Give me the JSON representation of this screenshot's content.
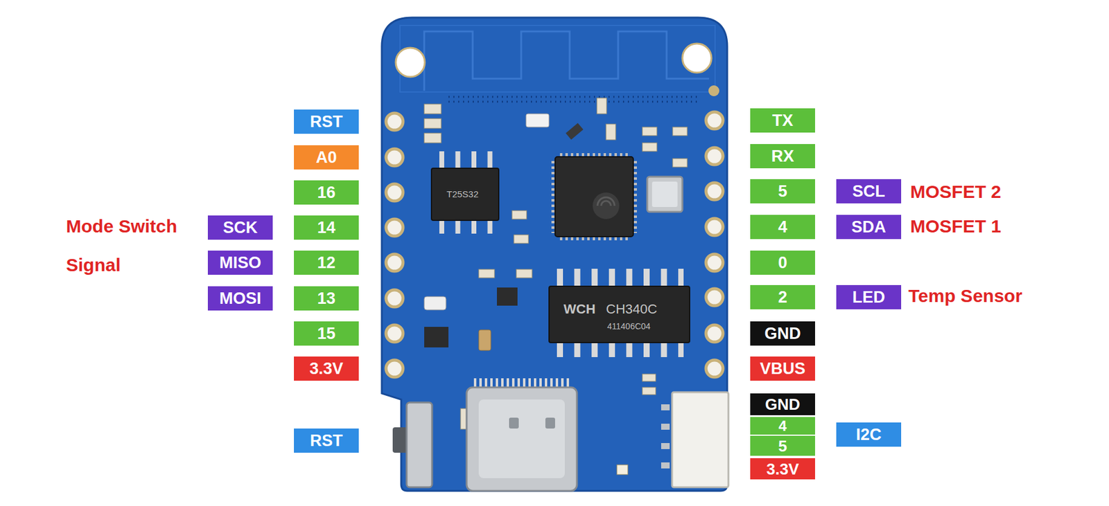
{
  "diagram": {
    "nodes": [
      {
        "text": [
          "RST"
        ]
      },
      {
        "text": [
          "A0"
        ]
      },
      {
        "text": [
          "16"
        ]
      },
      {
        "text": [
          "14"
        ]
      },
      {
        "text": [
          "12"
        ]
      },
      {
        "text": [
          "13"
        ]
      },
      {
        "text": [
          "15"
        ]
      },
      {
        "text": [
          "3.3V"
        ]
      },
      {
        "text": [
          "RST"
        ]
      },
      {
        "text": [
          "SCK"
        ]
      },
      {
        "text": [
          "MISO"
        ]
      },
      {
        "text": [
          "MOSI"
        ]
      },
      {
        "text": [
          "TX"
        ]
      },
      {
        "text": [
          "RX"
        ]
      },
      {
        "text": [
          "5"
        ]
      },
      {
        "text": [
          "4"
        ]
      },
      {
        "text": [
          "0"
        ]
      },
      {
        "text": [
          "2"
        ]
      },
      {
        "text": [
          "GND"
        ]
      },
      {
        "text": [
          "VBUS"
        ]
      },
      {
        "text": [
          "GND"
        ]
      },
      {
        "text": [
          "4"
        ]
      },
      {
        "text": [
          "5"
        ]
      },
      {
        "text": [
          "3.3V"
        ]
      },
      {
        "text": [
          "SCL"
        ]
      },
      {
        "text": [
          "SDA"
        ]
      },
      {
        "text": [
          "LED"
        ]
      },
      {
        "text": [
          "I2C"
        ]
      }
    ],
    "labels": [
      "Mode Switch",
      "Signal",
      "MOSFET 2",
      "MOSFET 1",
      "Temp Sensor",
      "T25S32",
      "WCH",
      "CH340C",
      "411406C04"
    ]
  }
}
